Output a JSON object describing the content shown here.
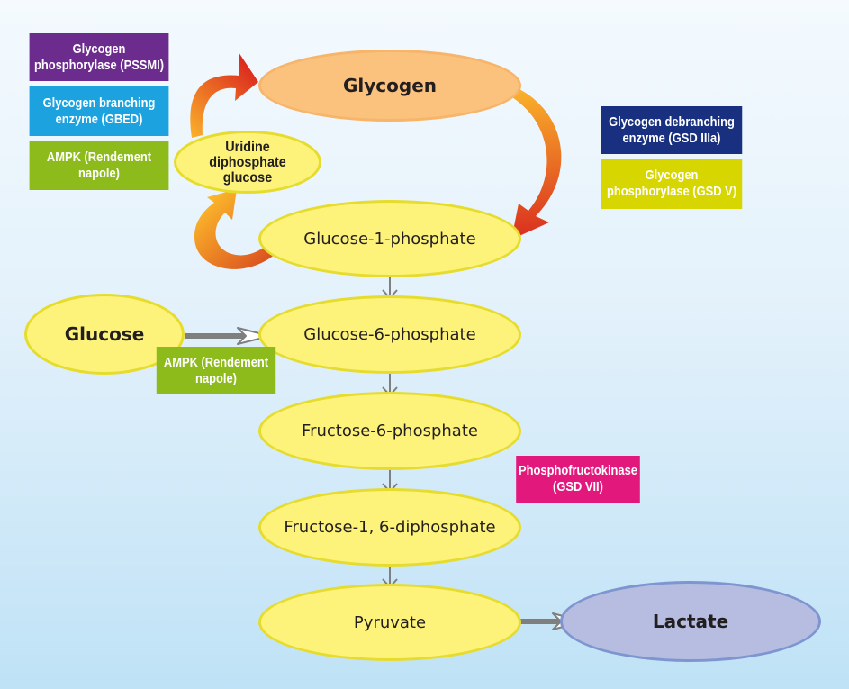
{
  "nodes": {
    "glycogen": "Glycogen",
    "udp_glucose": "Uridine diphosphate glucose",
    "glucose_1_phosphate": "Glucose-1-phosphate",
    "glucose": "Glucose",
    "glucose_6_phosphate": "Glucose-6-phosphate",
    "fructose_6_phosphate": "Fructose-6-phosphate",
    "fructose_1_6_diphosphate": "Fructose-1, 6-diphosphate",
    "pyruvate": "Pyruvate",
    "lactate": "Lactate"
  },
  "labels": {
    "glycogen_phosphorylase_pssmi": "Glycogen phosphorylase (PSSMI)",
    "glycogen_branching_enzyme": "Glycogen branching enzyme (GBED)",
    "ampk_top": "AMPK (Rendement napole)",
    "glycogen_debranching_enzyme": "Glycogen debranching enzyme (GSD IIIa)",
    "glycogen_phosphorylase_gsd_v": "Glycogen phosphorylase (GSD V)",
    "ampk_bottom": "AMPK (Rendement napole)",
    "phosphofructokinase": "Phosphofructokinase (GSD VII)"
  },
  "colors": {
    "node_fill": "#fdf27a",
    "node_border": "#e6dc2e",
    "glycogen_fill": "#fbc27e",
    "lactate_fill": "#b6bde0",
    "purple": "#6c2c8d",
    "cyan": "#1ba2df",
    "green": "#8dbb1c",
    "navy": "#18307f",
    "lime": "#d8d600",
    "magenta": "#e2187d",
    "arrow_orange": "#f7a01e",
    "arrow_red": "#d8291e",
    "connector_gray": "#7f7f7f"
  }
}
